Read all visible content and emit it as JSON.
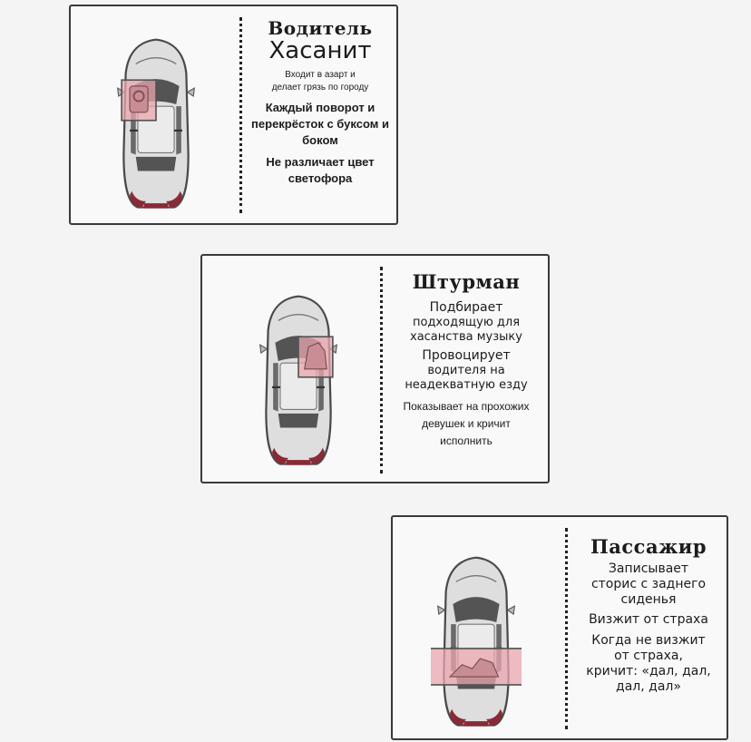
{
  "cards": [
    {
      "title": "Водитель",
      "subtitle": "Хасанит",
      "lines": [
        "Входит в азарт и",
        "делает грязь по городу",
        "Каждый поворот и",
        "перекрёсток с буксом и",
        "боком",
        "Не различает цвет",
        "светофора"
      ]
    },
    {
      "title": "Штурман",
      "lines": [
        "Подбирает",
        "подходящую для",
        "хасанства музыку",
        "Провоцирует",
        "водителя на",
        "неадекватную езду",
        "Показывает на прохожих",
        "девушек и кричит",
        "исполнить"
      ]
    },
    {
      "title": "Пассажир",
      "lines": [
        "Записывает",
        "сторис с заднего",
        "сиденья",
        "Визжит от страха",
        "Когда не визжит",
        "от страха,",
        "кричит: «дал, дал,",
        "дал, дал»"
      ]
    }
  ],
  "colors": {
    "card_border": "#3a3a3a",
    "highlight": "#e8a6ae",
    "car_body": "#dcdcdc",
    "tail": "#8a2a36"
  }
}
